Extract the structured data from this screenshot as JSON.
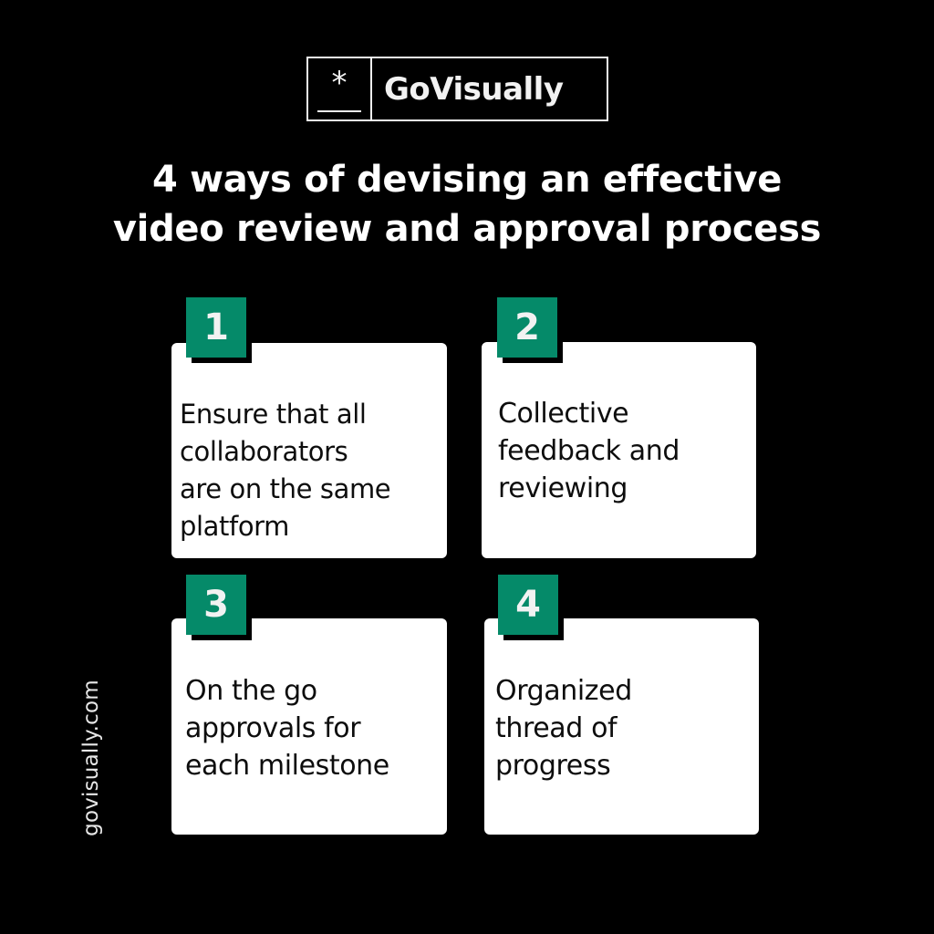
{
  "logo": {
    "mark_icon": "asterisk-icon",
    "mark_glyph": "*",
    "wordmark": "GoVisually"
  },
  "title": {
    "line1": "4 ways of devising an effective",
    "line2": "video review and approval process"
  },
  "colors": {
    "background": "#000000",
    "accent_green": "#058a69",
    "card": "#ffffff",
    "text_light": "#ffffff",
    "text_dark": "#0d0d0d"
  },
  "steps": [
    {
      "number": "1",
      "lines": [
        "Ensure that all",
        "collaborators",
        "are on the same",
        "platform"
      ]
    },
    {
      "number": "2",
      "lines": [
        "Collective",
        "feedback and",
        "reviewing"
      ]
    },
    {
      "number": "3",
      "lines": [
        "On the go",
        "approvals for",
        "each milestone"
      ]
    },
    {
      "number": "4",
      "lines": [
        "Organized",
        "thread of",
        "progress"
      ]
    }
  ],
  "footer": {
    "website": "govisually.com"
  }
}
